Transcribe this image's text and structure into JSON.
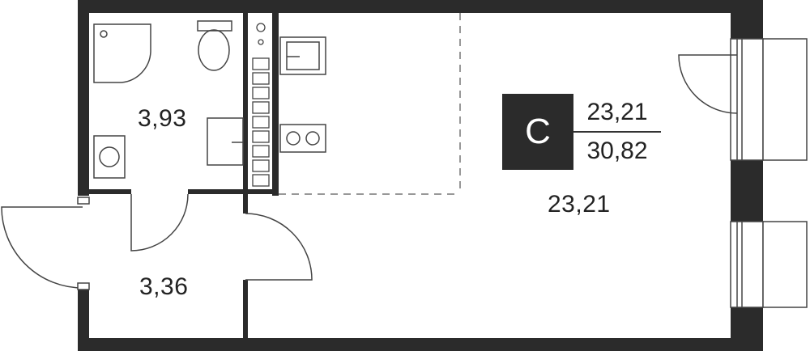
{
  "plan": {
    "apartment_type": "С",
    "living_area": "23,21",
    "total_area": "30,82",
    "rooms": {
      "bathroom_area": "3,93",
      "hallway_area": "3,36",
      "main_room_area": "23,21"
    }
  },
  "colors": {
    "wall": "#2b2b2b",
    "line": "#444444",
    "dashed": "#777777",
    "background": "#ffffff"
  }
}
